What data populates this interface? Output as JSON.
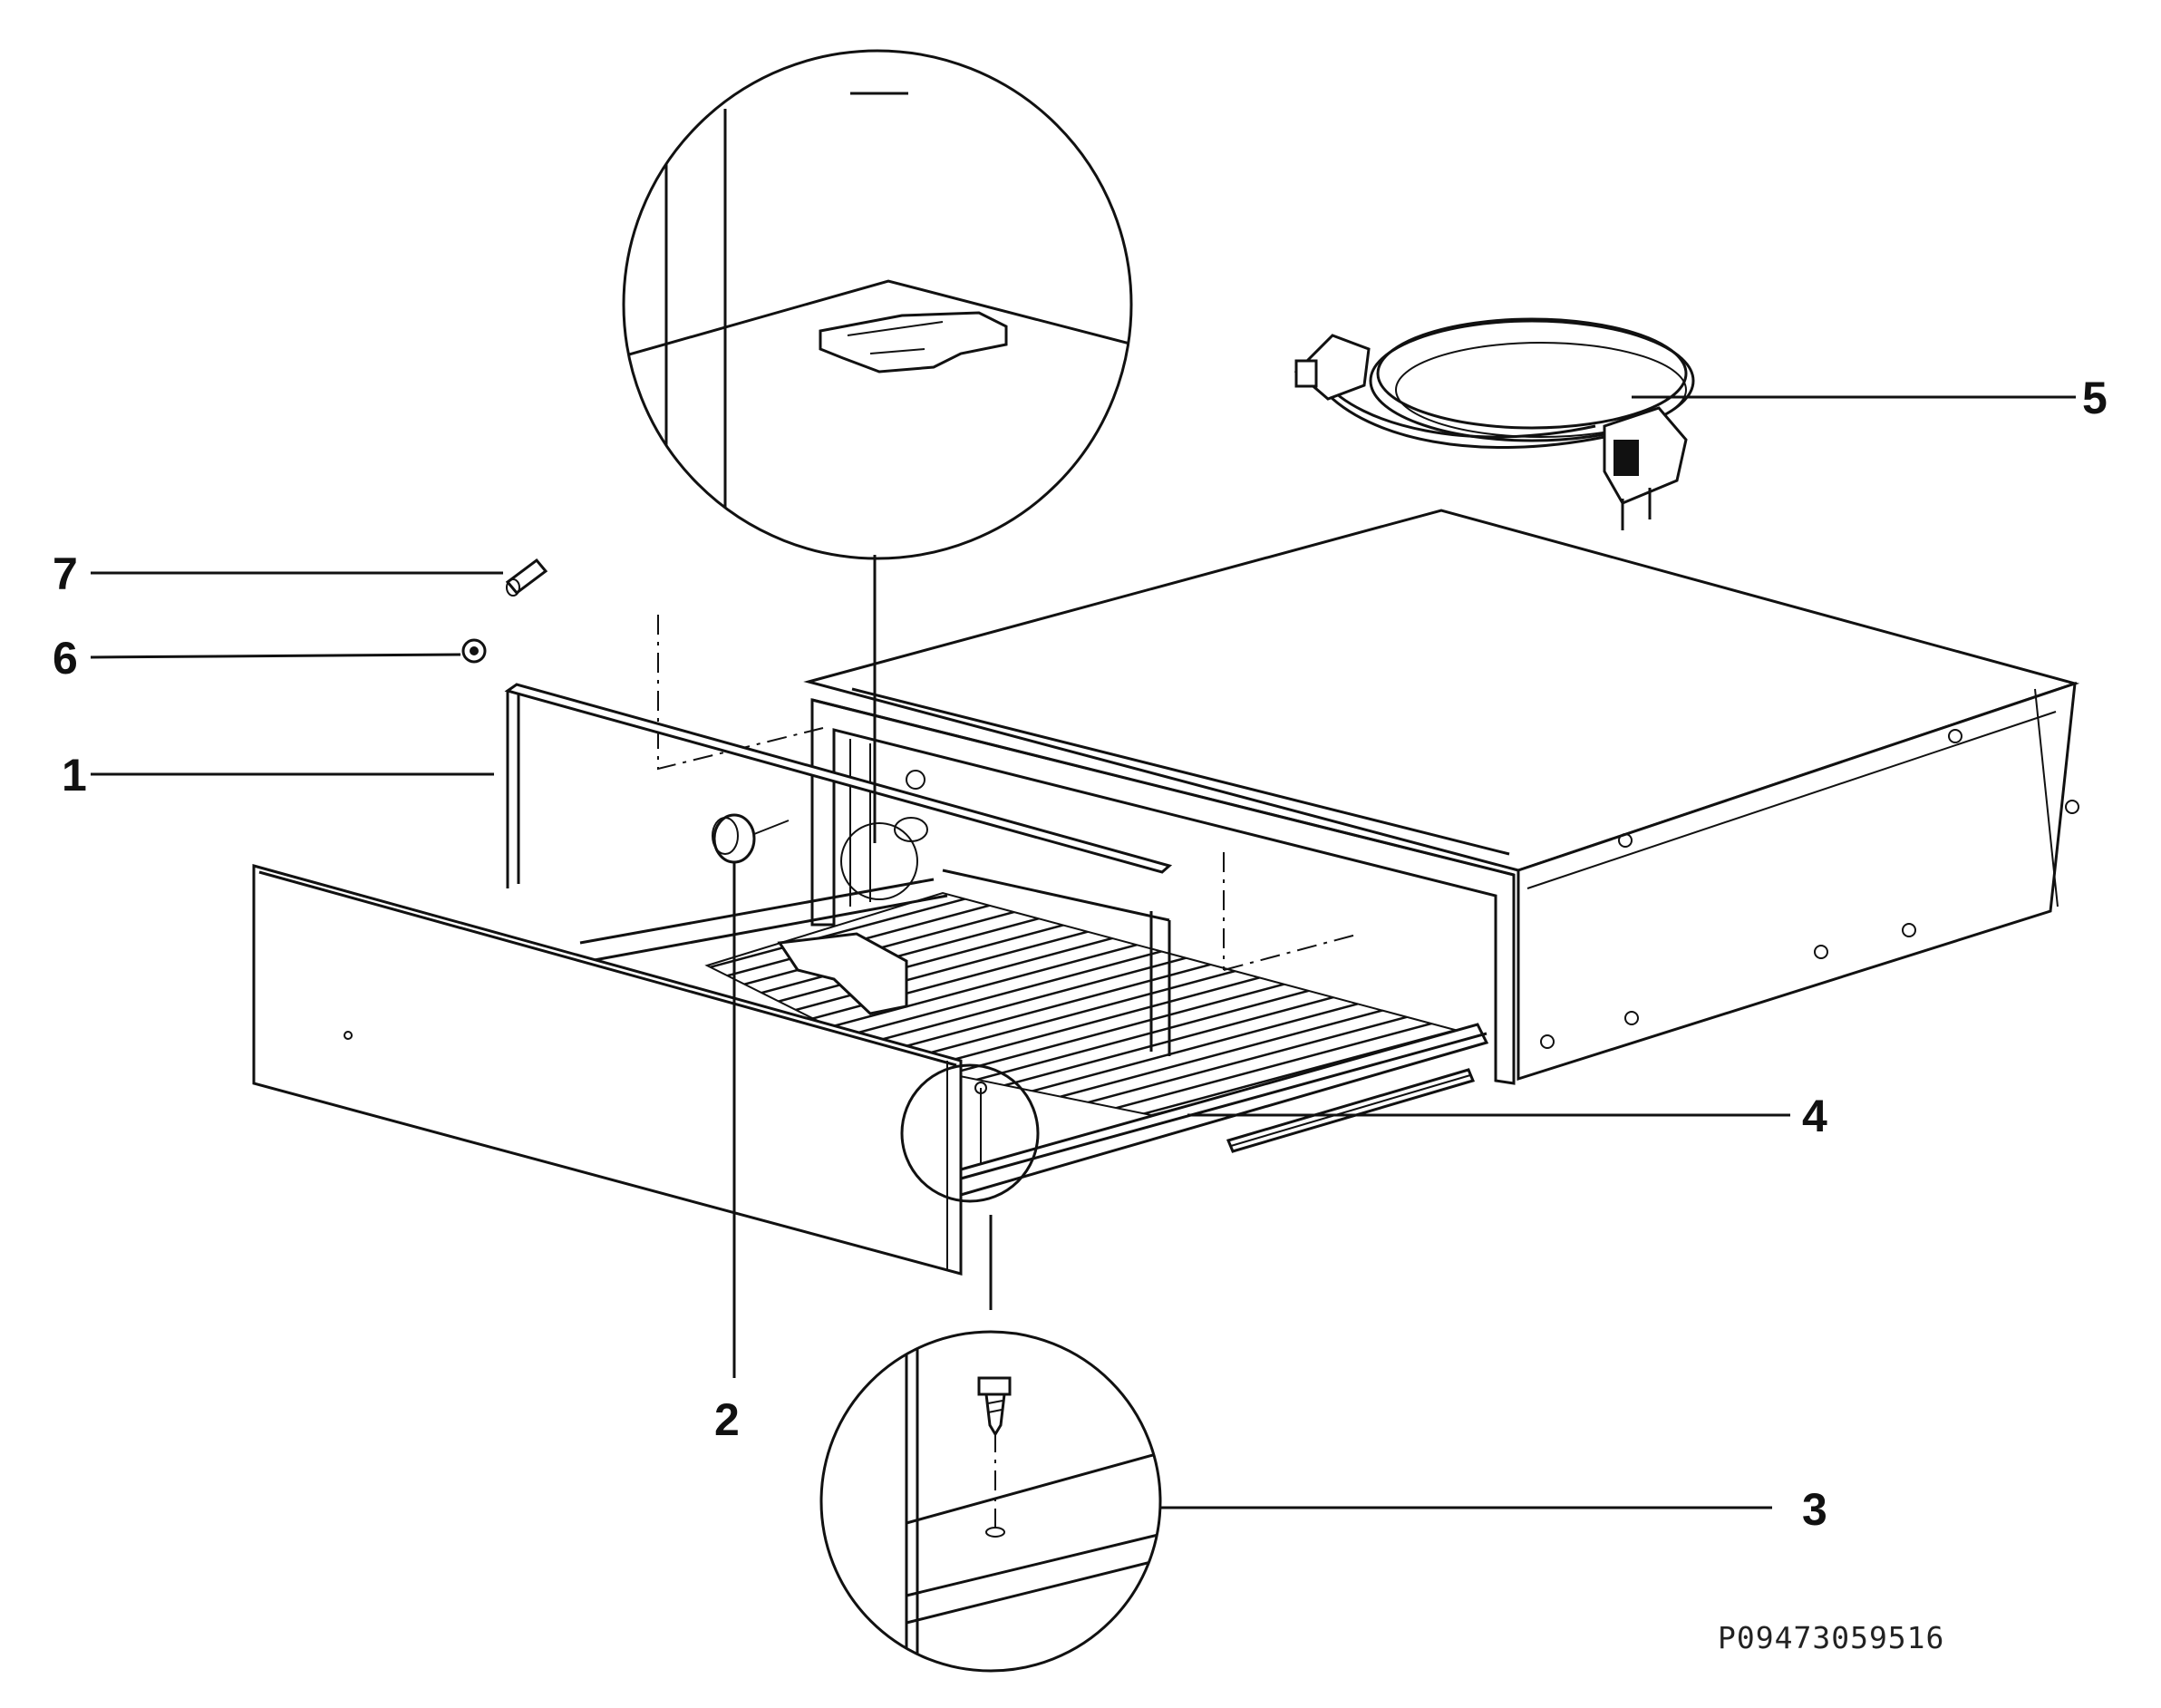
{
  "callouts": [
    {
      "id": "1",
      "label": "1"
    },
    {
      "id": "2",
      "label": "2"
    },
    {
      "id": "3",
      "label": "3"
    },
    {
      "id": "4",
      "label": "4"
    },
    {
      "id": "5",
      "label": "5"
    },
    {
      "id": "6",
      "label": "6"
    },
    {
      "id": "7",
      "label": "7"
    }
  ],
  "document_number": "P09473059516",
  "colors": {
    "line": "#111111",
    "background": "#ffffff"
  }
}
